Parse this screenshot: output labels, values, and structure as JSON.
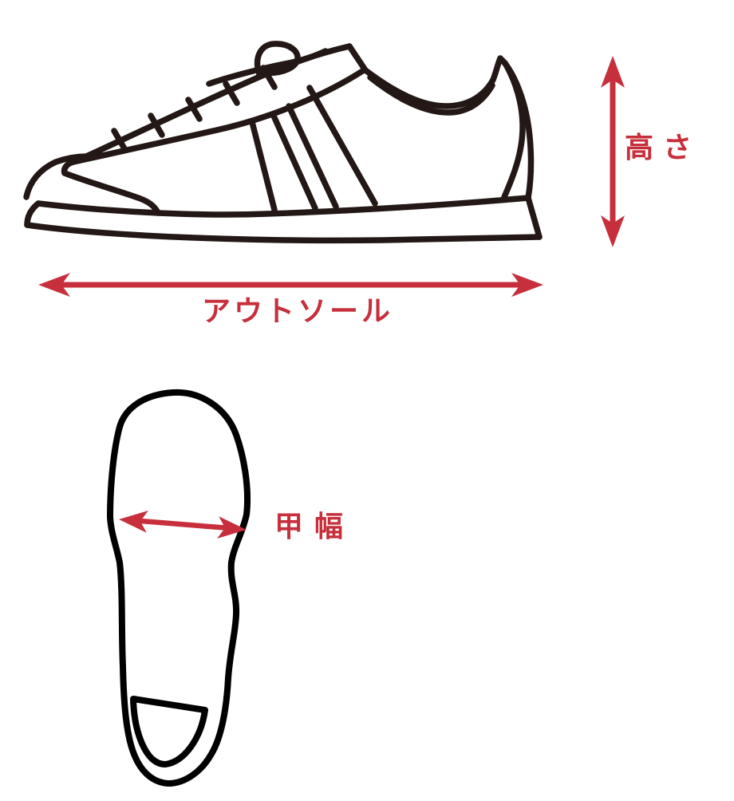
{
  "diagram": {
    "kind": "shoe-size-measurement-guide",
    "figures": [
      {
        "name": "sneaker-side-view",
        "description_visible": false
      },
      {
        "name": "insole-top-view",
        "description_visible": false
      }
    ]
  },
  "annotations": {
    "height": {
      "label": "高さ",
      "arrow": "vertical-double-headed"
    },
    "outsole": {
      "label": "アウトソール",
      "arrow": "horizontal-double-headed"
    },
    "instep_width": {
      "label": "甲幅",
      "arrow": "horizontal-double-headed"
    }
  },
  "colors": {
    "accent_red": "#c62f3b",
    "line_dark": "#231815",
    "background": "#ffffff"
  },
  "icons": {
    "height_arrow": "double-headed-arrow-vertical",
    "outsole_arrow": "double-headed-arrow-horizontal",
    "instep_arrow": "double-headed-arrow-diagonal"
  }
}
